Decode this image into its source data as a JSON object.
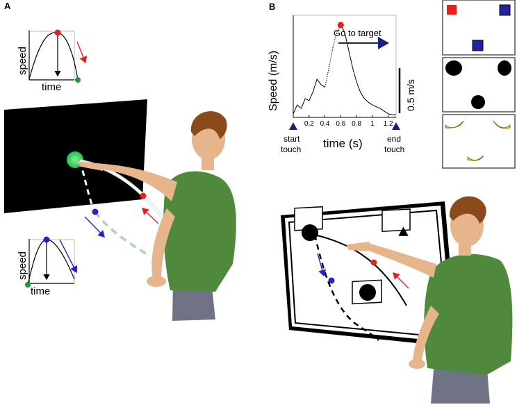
{
  "panel_a": {
    "label": "A",
    "top_plot": {
      "ylabel": "speed",
      "xlabel": "time"
    },
    "bottom_plot": {
      "ylabel": "speed",
      "xlabel": "time"
    }
  },
  "panel_b": {
    "label": "B",
    "speed_plot": {
      "ylabel": "Speed (m/s)",
      "xlabel": "time (s)",
      "annotation": "Go to target",
      "scale_bar_label": "0.5 m/s",
      "start_label_1": "start",
      "start_label_2": "touch",
      "end_label_1": "end",
      "end_label_2": "touch",
      "x_ticks": [
        "0.2",
        "0.4",
        "0.6",
        "0.8",
        "1",
        "1.2"
      ]
    },
    "stimulus_panels": [
      "colored-squares",
      "black-ellipses",
      "bananas"
    ]
  },
  "colors": {
    "red": "#e8201c",
    "blue": "#2323c8",
    "green": "#1e9a3a",
    "navy": "#1a1f7a",
    "shirt": "#4f8a3c",
    "skin": "#e6b58c",
    "hair": "#8a4a1c",
    "pants": "#6f7384"
  },
  "chart_data": [
    {
      "type": "line",
      "title": "",
      "xlabel": "time (s)",
      "ylabel": "Speed (m/s)",
      "xlim": [
        0,
        1.3
      ],
      "x": [
        0.0,
        0.05,
        0.1,
        0.15,
        0.2,
        0.25,
        0.3,
        0.35,
        0.4,
        0.45,
        0.5,
        0.55,
        0.6,
        0.65,
        0.7,
        0.75,
        0.8,
        0.85,
        0.9,
        0.95,
        1.0,
        1.05,
        1.1,
        1.15,
        1.2,
        1.25,
        1.3
      ],
      "series": [
        {
          "values": [
            0.04,
            0.14,
            0.1,
            0.21,
            0.19,
            0.29,
            0.43,
            0.37,
            0.34,
            0.55,
            0.78,
            0.96,
            1.04,
            0.96,
            0.76,
            0.56,
            0.4,
            0.28,
            0.21,
            0.17,
            0.14,
            0.12,
            0.1,
            0.07,
            0.04,
            0.03,
            0.03
          ]
        }
      ],
      "marker": {
        "x": 0.6,
        "y": 1.04
      }
    }
  ]
}
